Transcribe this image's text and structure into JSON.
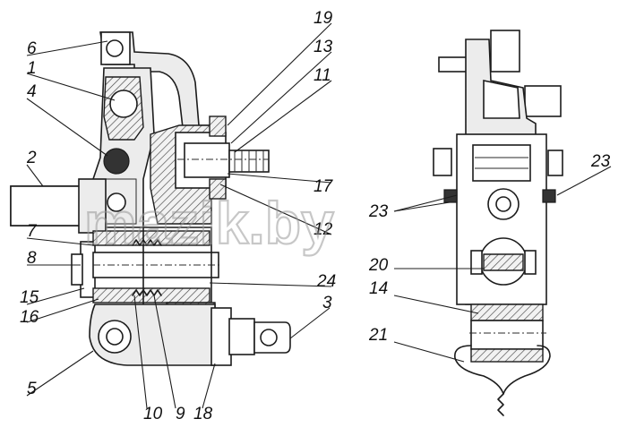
{
  "watermark": "mazik.by",
  "labels": [
    {
      "id": "6",
      "text": "6"
    },
    {
      "id": "1",
      "text": "1"
    },
    {
      "id": "4",
      "text": "4"
    },
    {
      "id": "2",
      "text": "2"
    },
    {
      "id": "7",
      "text": "7"
    },
    {
      "id": "8",
      "text": "8"
    },
    {
      "id": "15",
      "text": "15"
    },
    {
      "id": "16",
      "text": "16"
    },
    {
      "id": "5",
      "text": "5"
    },
    {
      "id": "10",
      "text": "10"
    },
    {
      "id": "9",
      "text": "9"
    },
    {
      "id": "18",
      "text": "18"
    },
    {
      "id": "19",
      "text": "19"
    },
    {
      "id": "13",
      "text": "13"
    },
    {
      "id": "11",
      "text": "11"
    },
    {
      "id": "17",
      "text": "17"
    },
    {
      "id": "12",
      "text": "12"
    },
    {
      "id": "24",
      "text": "24"
    },
    {
      "id": "3",
      "text": "3"
    },
    {
      "id": "23a",
      "text": "23"
    },
    {
      "id": "23b",
      "text": "23"
    },
    {
      "id": "20",
      "text": "20"
    },
    {
      "id": "14",
      "text": "14"
    },
    {
      "id": "21",
      "text": "21"
    }
  ]
}
